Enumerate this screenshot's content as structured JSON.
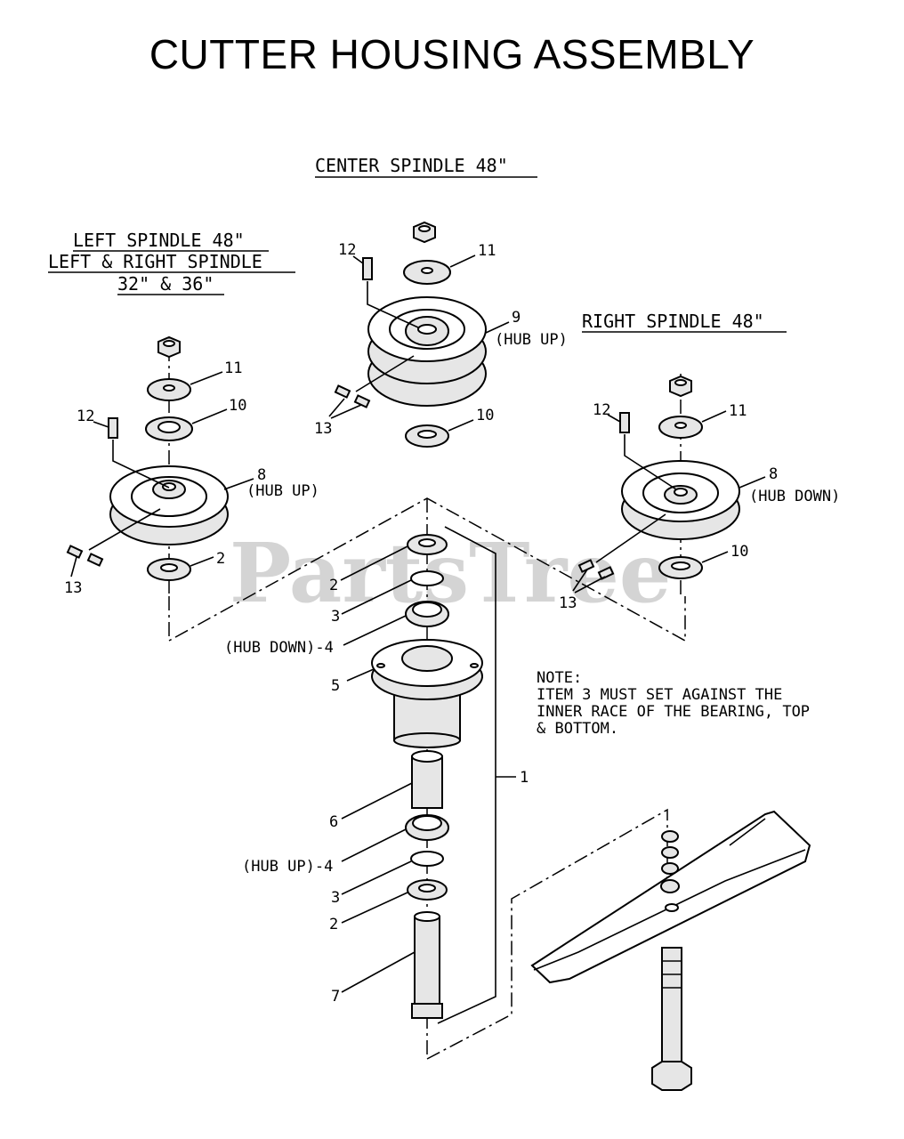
{
  "title": "CUTTER HOUSING ASSEMBLY",
  "watermark": "PartsTree",
  "headers": {
    "center": "CENTER SPINDLE 48\"",
    "left_line1": "LEFT SPINDLE 48\"",
    "left_line2": "LEFT & RIGHT SPINDLE",
    "left_line3": "32\" & 36\"",
    "right": "RIGHT SPINDLE 48\""
  },
  "note": {
    "line1": "NOTE:",
    "line2": "ITEM 3 MUST SET AGAINST THE",
    "line3": "INNER RACE OF THE BEARING, TOP",
    "line4": "& BOTTOM."
  },
  "callouts": {
    "left_12": "12",
    "left_11": "11",
    "left_10": "10",
    "left_8": "8",
    "left_8_note": "(HUB UP)",
    "left_2": "2",
    "left_13": "13",
    "center_12": "12",
    "center_11": "11",
    "center_9": "9",
    "center_9_note": "(HUB UP)",
    "center_13": "13",
    "center_10": "10",
    "right_12": "12",
    "right_11": "11",
    "right_8": "8",
    "right_8_note": "(HUB DOWN)",
    "right_10": "10",
    "right_13": "13",
    "shaft_2a": "2",
    "shaft_3a": "3",
    "shaft_4a": "(HUB DOWN)-4",
    "shaft_5": "5",
    "shaft_6": "6",
    "shaft_4b": "(HUB UP)-4",
    "shaft_3b": "3",
    "shaft_2b": "2",
    "shaft_7": "7",
    "assembly_1": "1"
  }
}
